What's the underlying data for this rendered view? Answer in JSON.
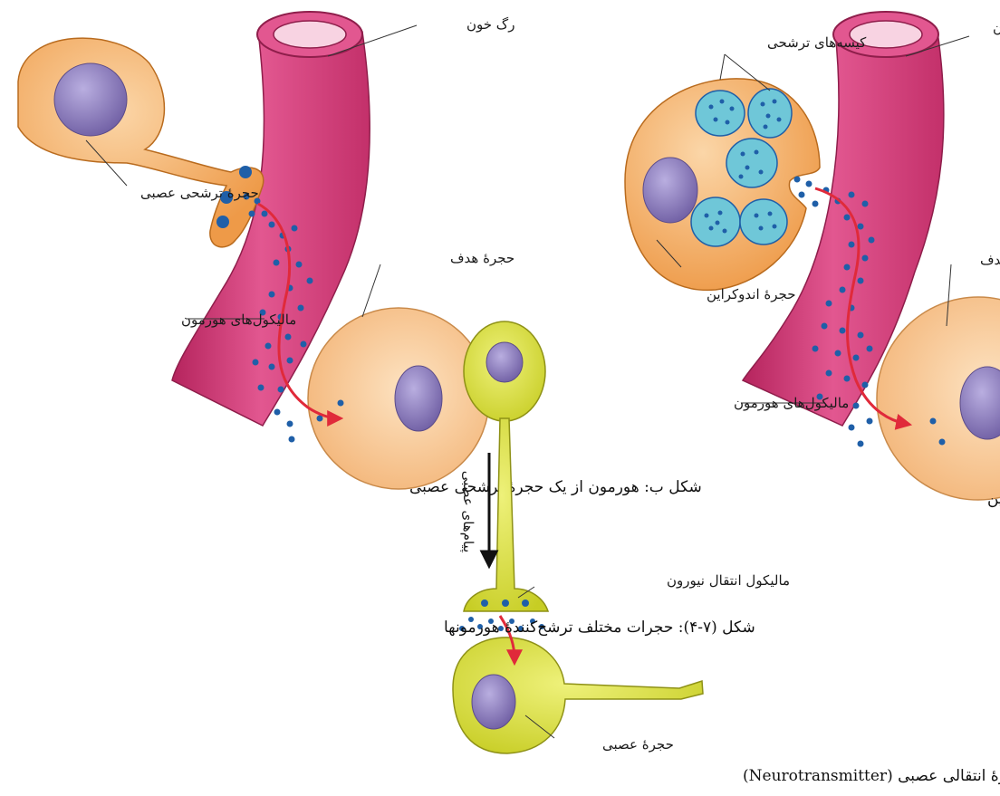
{
  "labels": {
    "fig_a_vessel": "رگ خون",
    "fig_a_vesicles": "کیسه‌های ترشحی",
    "fig_a_target": "حجرهٔ هدف",
    "fig_a_endocrine": "حجرهٔ اندوکراین",
    "fig_a_molecules": "مالیکول‌های هورمون",
    "fig_b_vessel": "رگ خون",
    "fig_b_secretory": "حجرهٔ ترشحی عصبی",
    "fig_b_target": "حجرهٔ هدف",
    "fig_b_molecules": "مالیکول‌های هورمون",
    "fig_c_signal": "پیام‌های عصبی",
    "fig_c_transmitter": "مالیکول انتقال نیورون",
    "fig_c_neuron": "حجرهٔ عصبی"
  },
  "captions": {
    "fig_a": "شکل الف: هورمون از یک حجرهٔ ترشحی اندوکراین",
    "fig_b": "شکل ب: هورمون از یک حجرهٔ ترشحی عصبی",
    "fig_c": "شکل ج: حجرهٔ انتقالی عصبی (Neurotransmitter)",
    "main": "شکل (۷-۴): حجرات مختلف ترشح‌کنندهٔ هورمونها"
  },
  "colors": {
    "vessel": "#d9437e",
    "vessel_dark": "#b52b63",
    "vessel_inner": "#f3a9c6",
    "cell": "#f0a65a",
    "cell_light": "#f7c48c",
    "nucleus": "#8b78b8",
    "vesicle": "#6fc7d8",
    "molecule": "#1f5fa8",
    "arrow": "#e02a3a",
    "neuron": "#d6dc3a",
    "neuron_dark": "#a9ad1c"
  }
}
